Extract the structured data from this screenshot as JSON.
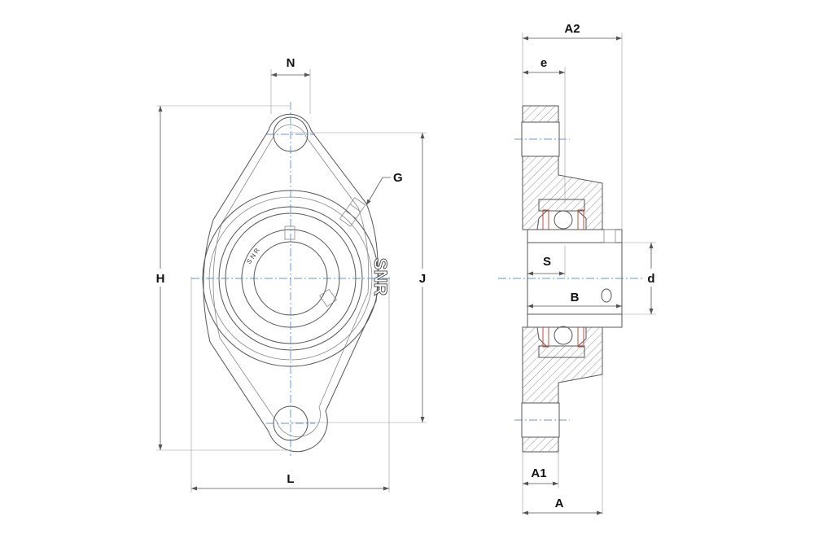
{
  "dimensions": {
    "N": "N",
    "G": "G",
    "H": "H",
    "J": "J",
    "L": "L",
    "A2": "A2",
    "e": "e",
    "S": "S",
    "B": "B",
    "d": "d",
    "A1": "A1",
    "A": "A"
  },
  "markings": {
    "brand_housing": "SNR",
    "brand_insert": "S N R"
  },
  "colors": {
    "outline": "#555555",
    "centerline": "#3a6fd8",
    "seal": "#d04a3a"
  }
}
